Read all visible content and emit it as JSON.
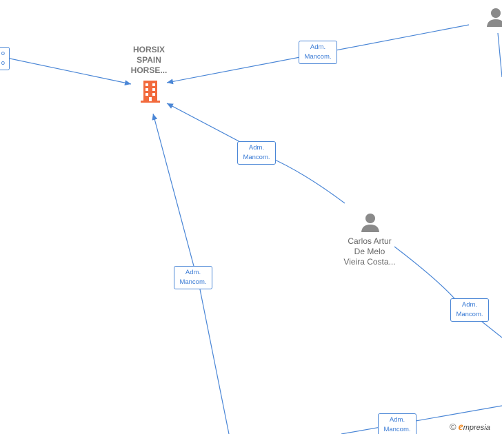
{
  "company": {
    "name_lines": [
      "HORSIX",
      "SPAIN",
      "HORSE..."
    ],
    "icon": "building-icon",
    "color": "#f26a3d"
  },
  "persons": [
    {
      "name_lines": [
        "Carlos Artur",
        "De Melo",
        "Vieira Costa..."
      ],
      "icon": "person-icon"
    },
    {
      "name_lines": [],
      "icon": "person-icon"
    }
  ],
  "edge_labels": [
    {
      "line1": "Adm.",
      "line2": "Mancom."
    },
    {
      "line1": "Adm.",
      "line2": "Mancom."
    },
    {
      "line1": "Adm.",
      "line2": "Mancom."
    },
    {
      "line1": "Adm.",
      "line2": "Mancom."
    },
    {
      "line1": "Adm.",
      "line2": "Mancom."
    },
    {
      "line1": "o",
      "line2": "o"
    }
  ],
  "colors": {
    "edge": "#4a86d6",
    "person": "#8a8a8a",
    "brand_accent": "#f08a24"
  },
  "brand": {
    "copyright": "©",
    "initial": "e",
    "rest": "mpresia"
  }
}
